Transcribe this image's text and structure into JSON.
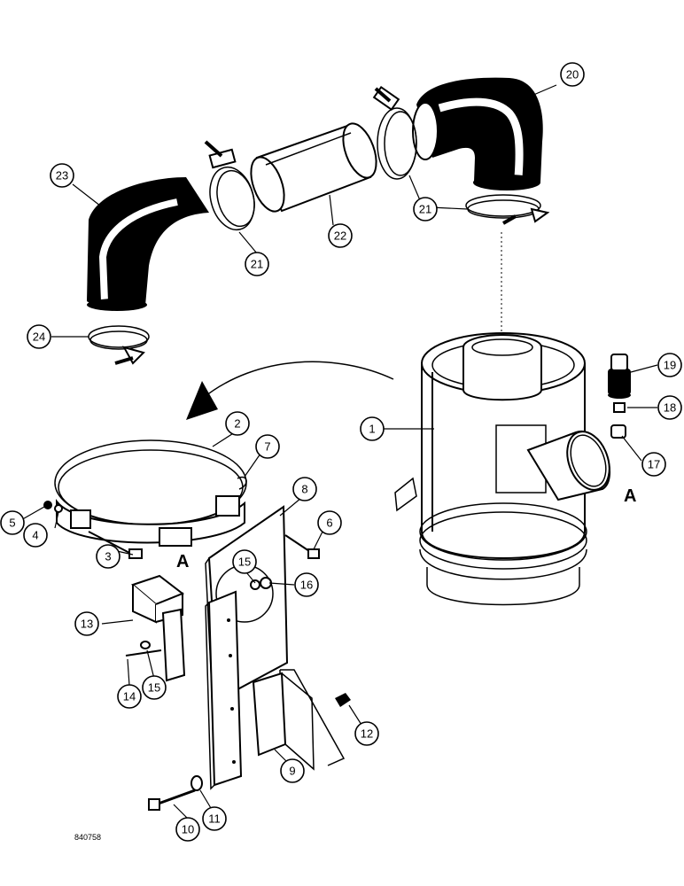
{
  "figure_number": "840758",
  "view_letters": {
    "left": "A",
    "right": "A"
  },
  "callouts": [
    {
      "id": "1",
      "label": "1"
    },
    {
      "id": "2",
      "label": "2"
    },
    {
      "id": "3",
      "label": "3"
    },
    {
      "id": "4",
      "label": "4"
    },
    {
      "id": "5",
      "label": "5"
    },
    {
      "id": "6",
      "label": "6"
    },
    {
      "id": "7",
      "label": "7"
    },
    {
      "id": "8",
      "label": "8"
    },
    {
      "id": "9",
      "label": "9"
    },
    {
      "id": "10",
      "label": "10"
    },
    {
      "id": "11",
      "label": "11"
    },
    {
      "id": "12",
      "label": "12"
    },
    {
      "id": "13",
      "label": "13"
    },
    {
      "id": "14",
      "label": "14"
    },
    {
      "id": "15a",
      "label": "15"
    },
    {
      "id": "15b",
      "label": "15"
    },
    {
      "id": "16",
      "label": "16"
    },
    {
      "id": "17",
      "label": "17"
    },
    {
      "id": "18",
      "label": "18"
    },
    {
      "id": "19",
      "label": "19"
    },
    {
      "id": "20",
      "label": "20"
    },
    {
      "id": "21a",
      "label": "21"
    },
    {
      "id": "21b",
      "label": "21"
    },
    {
      "id": "22",
      "label": "22"
    },
    {
      "id": "23",
      "label": "23"
    },
    {
      "id": "24",
      "label": "24"
    }
  ]
}
